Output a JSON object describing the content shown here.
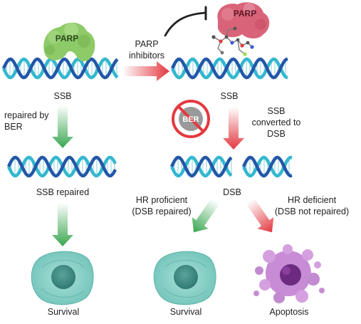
{
  "colors": {
    "dna_dark": "#2257a8",
    "dna_light": "#33b7cf",
    "parp_green": "#8dca68",
    "parp_pink": "#d9647a",
    "arrow_green": "#3aa751",
    "arrow_red": "#e2383f",
    "cell_fill": "#8fd4cb",
    "cell_nucleus": "#3f8c85",
    "apoptosis_fill": "#c88cd6",
    "apoptosis_nucleus": "#6c2b7e",
    "ber_sign": "#e3393f"
  },
  "labels": {
    "parp": "PARP",
    "parp_inhibited": "PARP",
    "parp_inhibitors_l1": "PARP",
    "parp_inhibitors_l2": "inhibitors",
    "ssb_left": "SSB",
    "ssb_right": "SSB",
    "repaired_by_l1": "repaired by",
    "repaired_by_l2": "BER",
    "ber_sign": "BER",
    "ssb_converted_l1": "SSB",
    "ssb_converted_l2": "converted to",
    "ssb_converted_l3": "DSB",
    "ssb_repaired": "SSB repaired",
    "dsb": "DSB",
    "hr_proficient_l1": "HR proficient",
    "hr_proficient_l2": "(DSB repaired)",
    "hr_deficient_l1": "HR deficient",
    "hr_deficient_l2": "(DSB not repaired)",
    "survival_left": "Survival",
    "survival_mid": "Survival",
    "apoptosis": "Apoptosis"
  }
}
